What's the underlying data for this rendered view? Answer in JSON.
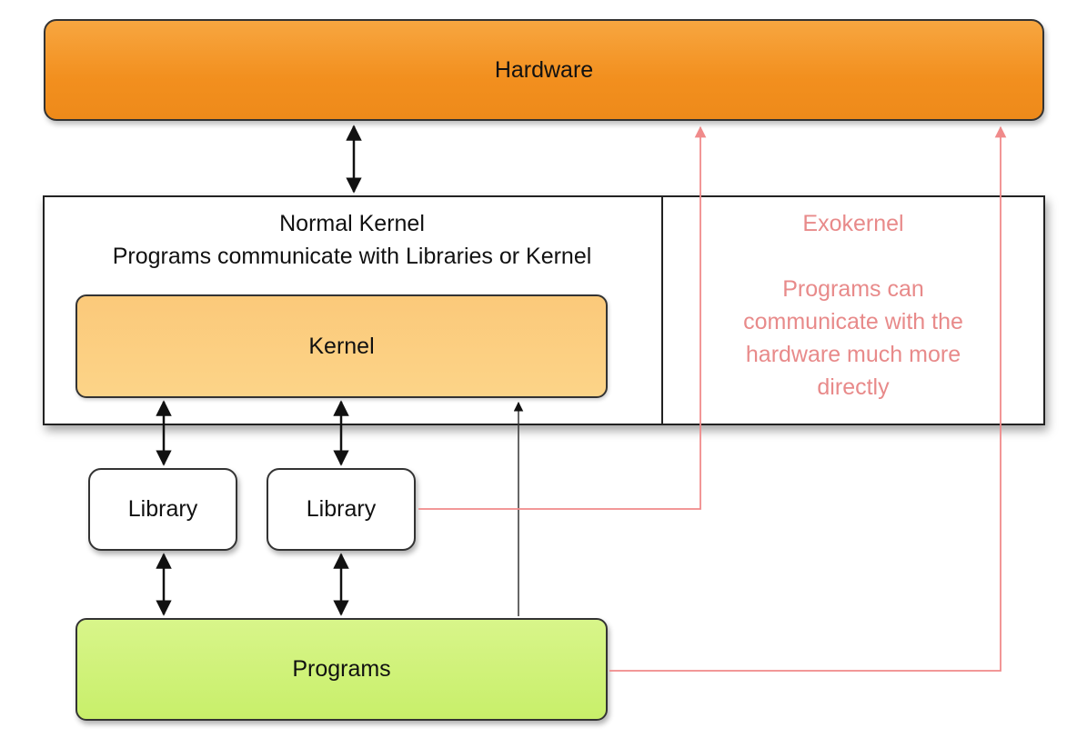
{
  "hardware": {
    "label": "Hardware"
  },
  "normal_kernel": {
    "title_line1": "Normal Kernel",
    "title_line2": "Programs communicate with Libraries or Kernel"
  },
  "exokernel": {
    "title": "Exokernel",
    "description_lines": [
      "Programs can",
      "communicate with the",
      "hardware much more",
      "directly"
    ]
  },
  "kernel": {
    "label": "Kernel"
  },
  "libraries": [
    {
      "label": "Library"
    },
    {
      "label": "Library"
    }
  ],
  "programs": {
    "label": "Programs"
  },
  "colors": {
    "hardware": "#f28f1e",
    "kernel": "#fcd488",
    "programs": "#c8ef6a",
    "exokernel_text": "#e88a8a",
    "exokernel_arrow": "#f08a8a",
    "normal_arrow": "#111111"
  }
}
